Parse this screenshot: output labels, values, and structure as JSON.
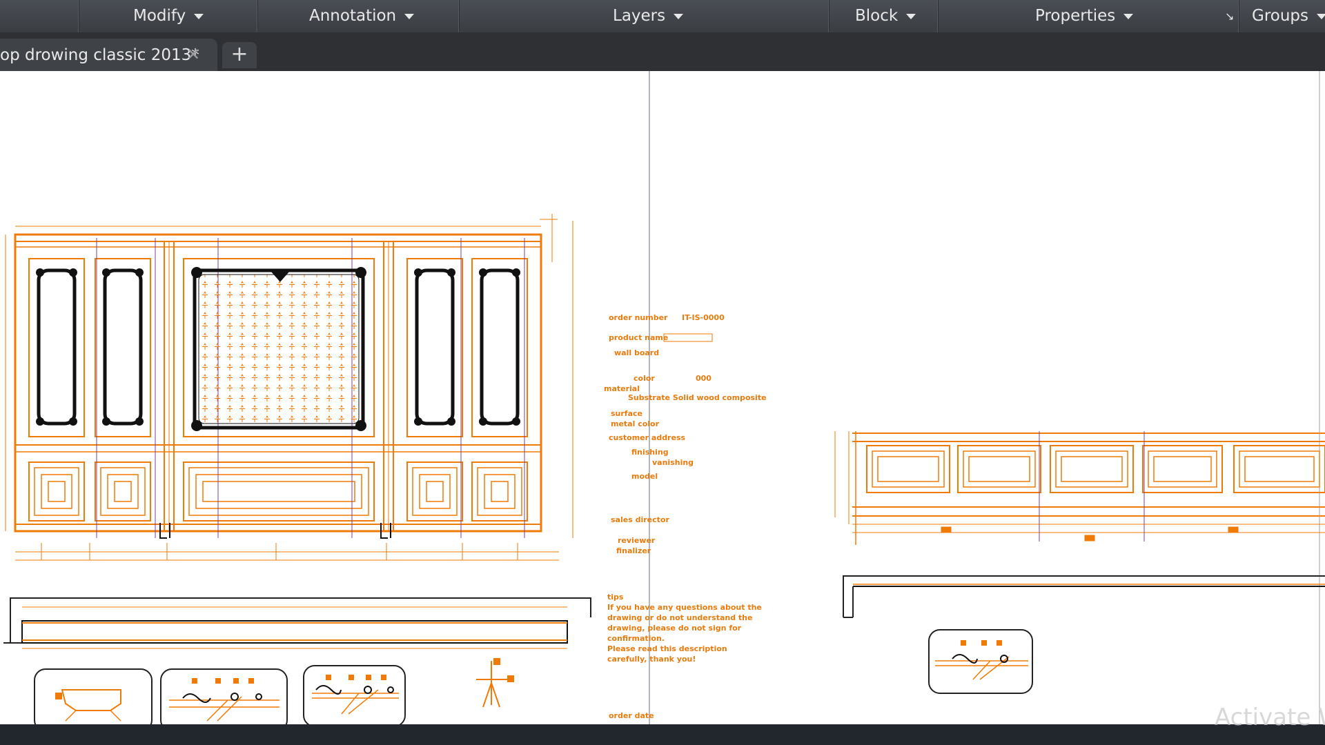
{
  "ribbon": {
    "panels": [
      {
        "label": "Modify"
      },
      {
        "label": "Annotation"
      },
      {
        "label": "Layers"
      },
      {
        "label": "Block"
      },
      {
        "label": "Properties"
      },
      {
        "label": "Groups"
      }
    ],
    "launcher_icon": "panel-launcher-arrow-icon"
  },
  "tabs": {
    "active_label": "op drowing classic 2013*",
    "close_icon": "close-icon",
    "new_tab_icon": "plus-icon"
  },
  "drawing": {
    "info_tags": [
      "order number",
      "product name",
      "wall board",
      "color",
      "material",
      "surface",
      "metal color",
      "customer address",
      "finishing",
      "model",
      "sales director",
      "reviewer",
      "finalizer",
      "tips",
      "order date"
    ]
  },
  "system": {
    "watermark": "Activate W"
  },
  "colors": {
    "cad_line": "#f07a06",
    "cad_panel": "#111111",
    "ribbon_bg": "#3f4247",
    "tab_bg": "#2e3034",
    "model_bg": "#ffffff"
  }
}
